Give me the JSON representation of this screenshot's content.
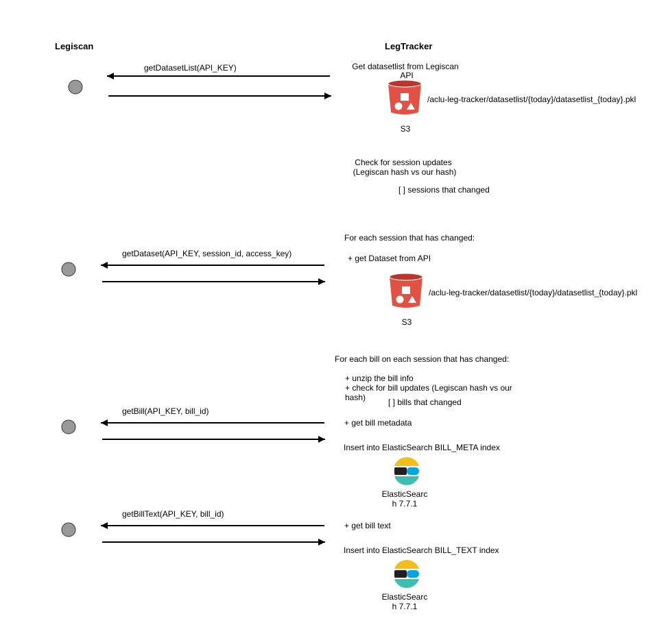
{
  "lanes": {
    "left": "Legiscan",
    "right": "LegTracker"
  },
  "colors": {
    "line": "#000000",
    "node_fill": "#999999",
    "s3_red": "#e05243",
    "s3_dark": "#b8362b",
    "es_yellow": "#f0bf1a",
    "es_dark": "#231f20",
    "es_blue": "#07a5de",
    "es_teal": "#3ebeb0"
  },
  "step1": {
    "call": "getDatasetList(API_KEY)",
    "note_line1": "Get datasetlist from Legiscan",
    "note_line2": "API",
    "s3_path": "/aclu-leg-tracker/datasetlist/{today}/datasetlist_{today}.pkl",
    "s3_label": "S3"
  },
  "check": {
    "line1": "Check for session updates",
    "line2": "(Legiscan hash vs our hash)",
    "result": "[ ] sessions that changed"
  },
  "step2": {
    "header": "For each session that has changed:",
    "call": "getDataset(API_KEY, session_id, access_key)",
    "action": "+ get Dataset from API",
    "s3_path": "/aclu-leg-tracker/datasetlist/{today}/datasetlist_{today}.pkl",
    "s3_label": "S3"
  },
  "step3": {
    "header": "For each bill on each session that has changed:",
    "sub1": "+ unzip the bill info",
    "sub2_line1": "+ check for bill updates (Legiscan hash vs our",
    "sub2_line2": "hash)",
    "result": "[ ] bills that changed",
    "call": "getBill(API_KEY, bill_id)",
    "action": "+ get bill metadata",
    "insert": "Insert into ElasticSearch BILL_META index",
    "es_label_line1": "ElasticSearc",
    "es_label_line2": "h 7.7.1"
  },
  "step4": {
    "call": "getBillText(API_KEY, bill_id)",
    "action": "+ get bill text",
    "insert": "Insert into ElasticSearch BILL_TEXT index",
    "es_label_line1": "ElasticSearc",
    "es_label_line2": "h 7.7.1"
  }
}
